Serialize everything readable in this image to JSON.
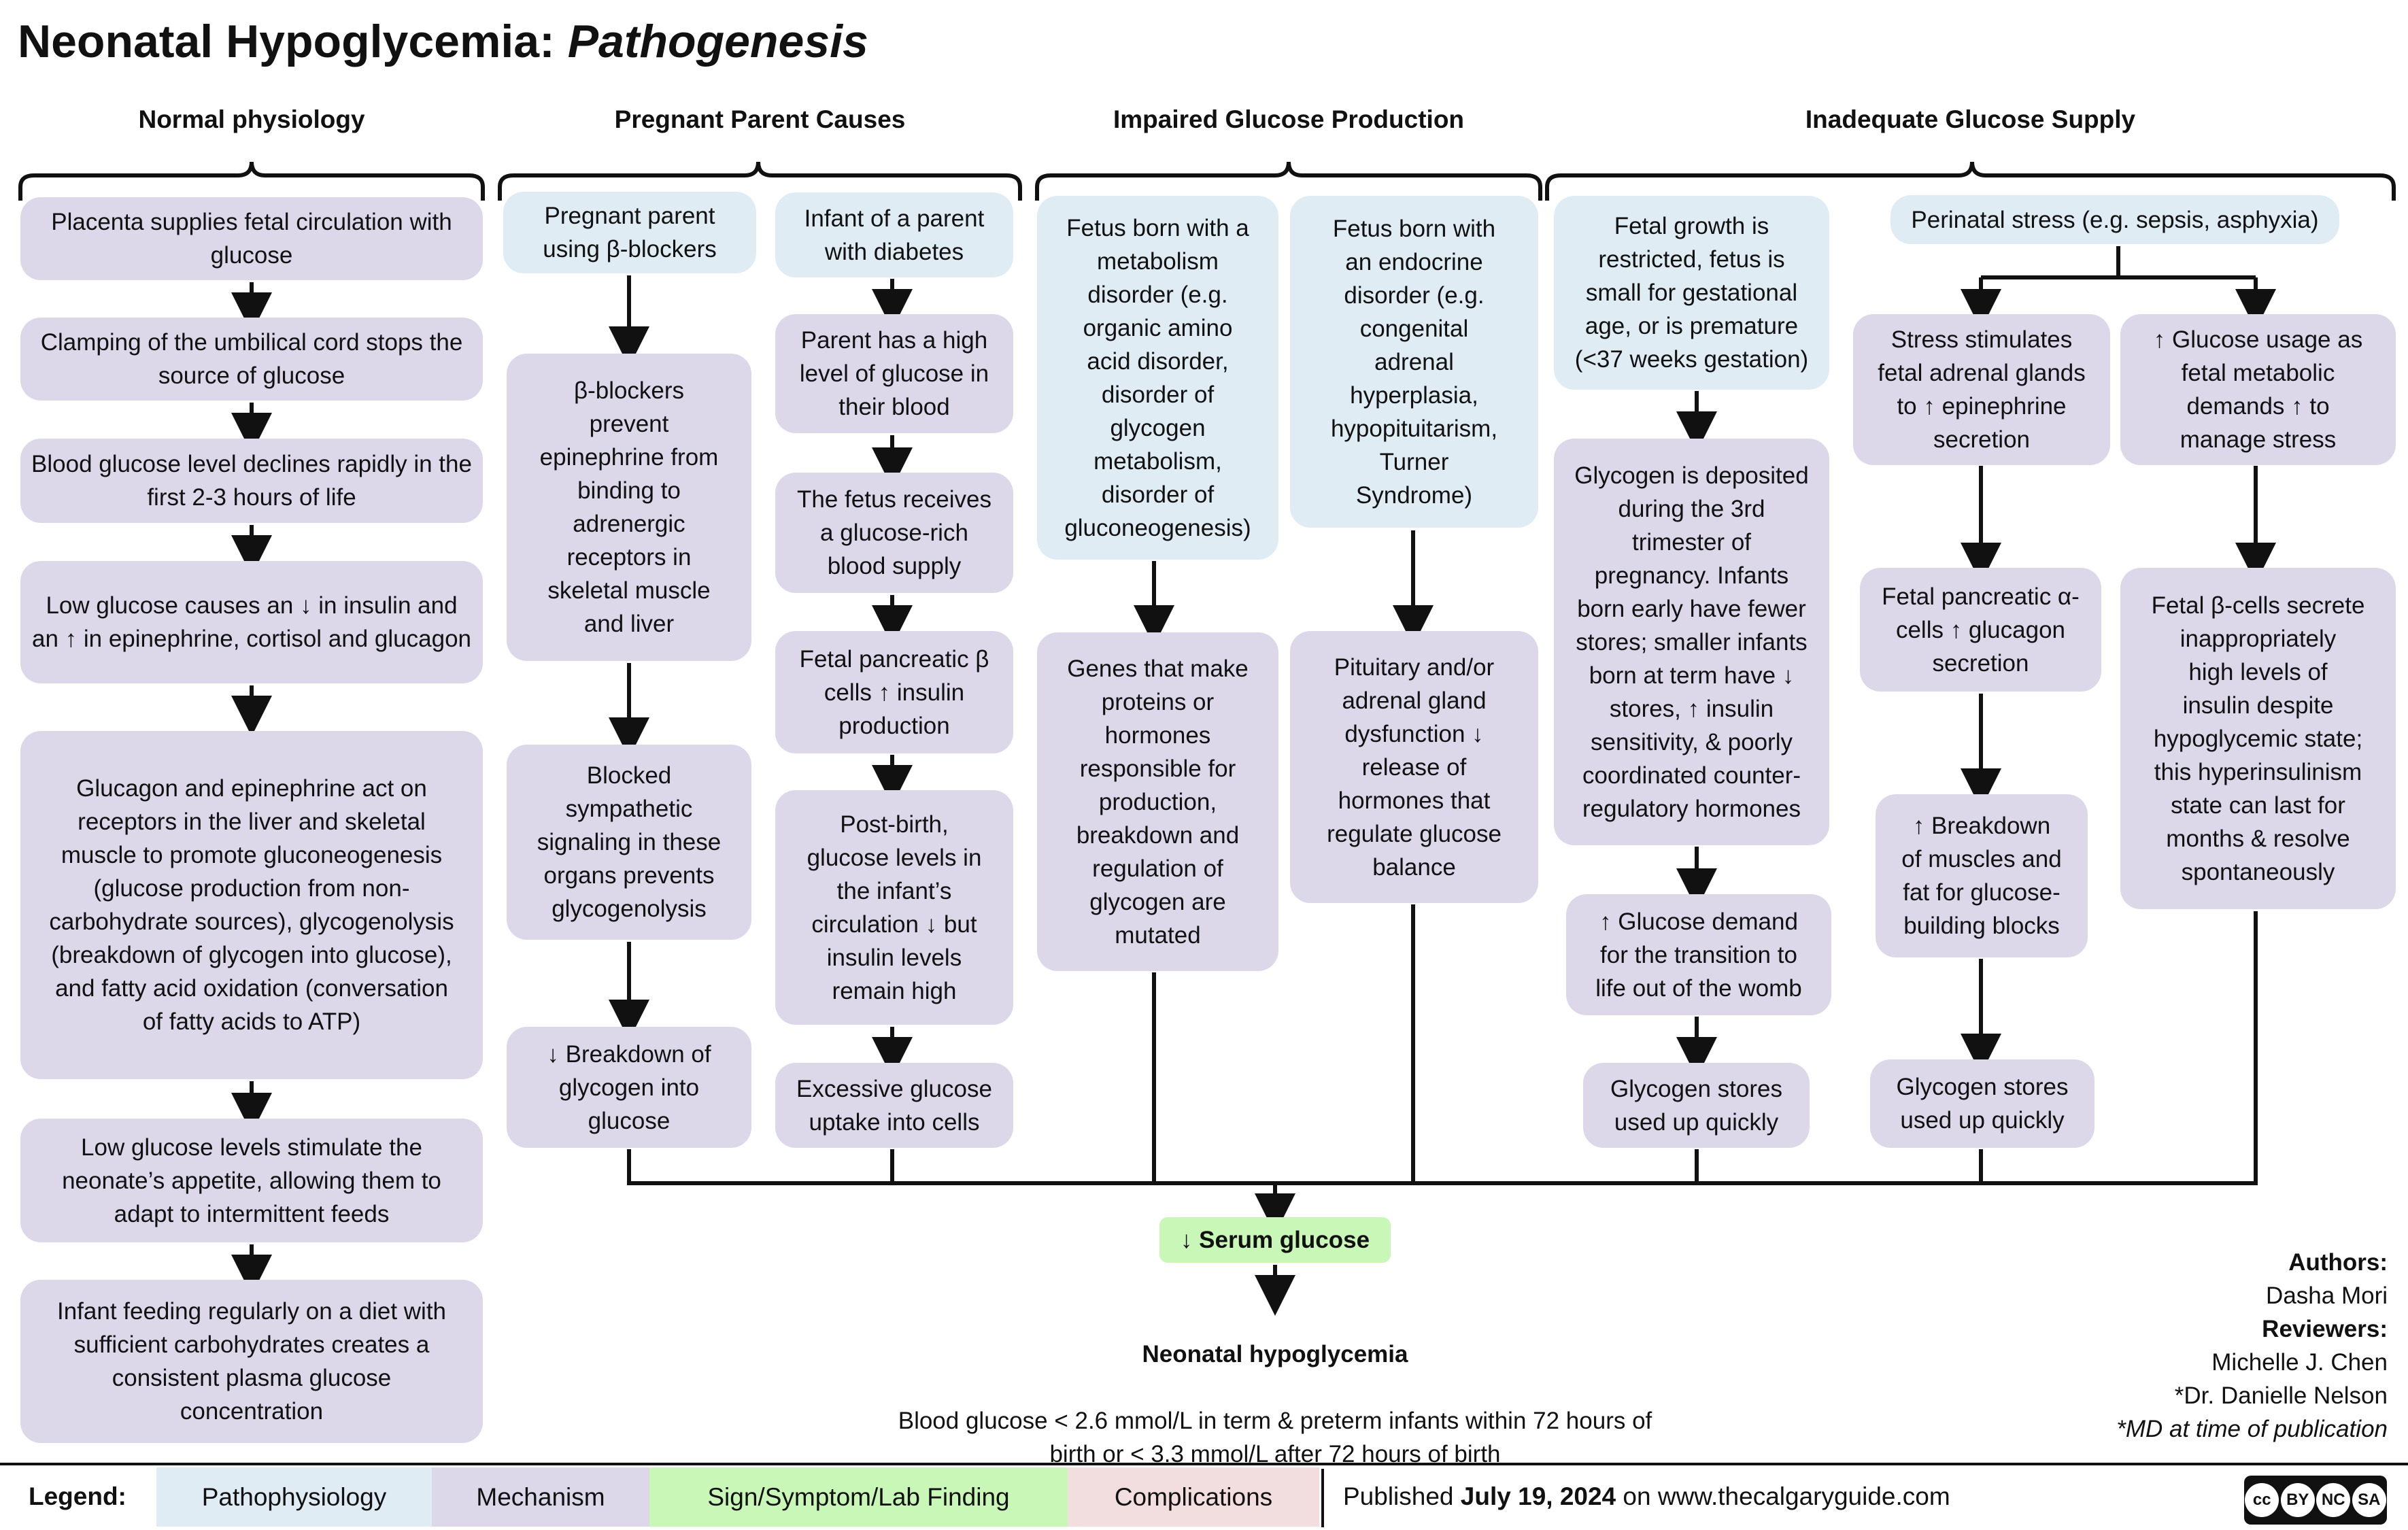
{
  "title": {
    "main": "Neonatal Hypoglycemia:",
    "sub": "Pathogenesis"
  },
  "columns": {
    "normal": "Normal physiology",
    "parent": "Pregnant Parent Causes",
    "impaired": "Impaired Glucose Production",
    "inadequate": "Inadequate Glucose Supply"
  },
  "normal": [
    "Placenta supplies fetal circulation with glucose",
    "Clamping of the umbilical cord stops the source of glucose",
    "Blood glucose level declines rapidly in the first 2-3 hours of life",
    "Low glucose causes an ↓ in insulin and an ↑ in epinephrine, cortisol and glucagon",
    "Glucagon and epinephrine act on receptors in the liver and skeletal muscle to promote gluconeogenesis (glucose production from non-carbohydrate sources), glycogenolysis (breakdown of glycogen into glucose), and fatty acid oxidation (conversation of fatty acids to ATP)",
    "Low glucose levels stimulate the neonate’s appetite, allowing them to adapt to intermittent feeds",
    "Infant feeding regularly on a diet with sufficient carbohydrates creates a consistent plasma glucose concentration"
  ],
  "betablock": [
    "Pregnant parent\nusing β-blockers",
    "β-blockers\nprevent\nepinephrine from\nbinding to\nadrenergic\nreceptors in\nskeletal muscle\nand liver",
    "Blocked\nsympathetic\nsignaling in these\norgans prevents\nglycogenolysis",
    "↓ Breakdown of\nglycogen into\nglucose"
  ],
  "diabetes": [
    "Infant of a parent\nwith diabetes",
    "Parent has a high\nlevel of glucose in\ntheir blood",
    "The fetus receives\na glucose-rich\nblood supply",
    "Fetal pancreatic β\ncells ↑ insulin\nproduction",
    "Post-birth,\nglucose levels in\nthe infant’s\ncirculation ↓ but\ninsulin levels\nremain high",
    "Excessive glucose\nuptake into cells"
  ],
  "metabolism": [
    "Fetus born with a\nmetabolism\ndisorder (e.g.\norganic amino\nacid disorder,\ndisorder of\nglycogen\nmetabolism,\ndisorder of\ngluconeogenesis)",
    "Genes that make\nproteins or\nhormones\nresponsible for\nproduction,\nbreakdown and\nregulation of\nglycogen are\nmutated"
  ],
  "endocrine": [
    "Fetus born with\nan endocrine\ndisorder (e.g.\ncongenital\nadrenal\nhyperplasia,\nhypopituitarism,\nTurner\nSyndrome)",
    "Pituitary and/or\nadrenal gland\ndysfunction ↓\nrelease of\nhormones that\nregulate glucose\nbalance"
  ],
  "growth": [
    "Fetal growth is\nrestricted, fetus is\nsmall for gestational\nage, or is premature\n(<37 weeks gestation)",
    "Glycogen is deposited\nduring the 3rd\ntrimester of\npregnancy. Infants\nborn early have fewer\nstores; smaller infants\nborn at term have ↓\nstores, ↑ insulin\nsensitivity, & poorly\ncoordinated counter-\nregulatory hormones",
    "↑ Glucose demand\nfor the transition to\nlife out of the womb",
    "Glycogen stores\nused up quickly"
  ],
  "stress": {
    "top": "Perinatal stress (e.g. sepsis, asphyxia)",
    "left": [
      "Stress stimulates\nfetal adrenal glands\nto ↑ epinephrine\nsecretion",
      "Fetal pancreatic α-\ncells ↑ glucagon\nsecretion",
      "↑ Breakdown\nof muscles and\nfat for glucose-\nbuilding blocks",
      "Glycogen stores\nused up quickly"
    ],
    "right": [
      "↑  Glucose usage as\nfetal metabolic\ndemands ↑ to\nmanage stress",
      "Fetal β-cells secrete\ninappropriately\nhigh levels of\ninsulin despite\nhypoglycemic state;\nthis hyperinsulinism\nstate can last for\nmonths & resolve\nspontaneously"
    ]
  },
  "serum": "↓ Serum glucose",
  "outcome": {
    "title": "Neonatal hypoglycemia",
    "text": "Blood glucose < 2.6 mmol/L in term & preterm infants within 72 hours of\nbirth or < 3.3 mmol/L after 72 hours of birth"
  },
  "credits": {
    "authors_label": "Authors:",
    "authors": "Dasha Mori",
    "reviewers_label": "Reviewers:",
    "reviewer1": "Michelle J. Chen",
    "reviewer2": "*Dr. Danielle Nelson",
    "note": "*MD at time of publication"
  },
  "legend": {
    "label": "Legend:",
    "items": [
      "Pathophysiology",
      "Mechanism",
      "Sign/Symptom/Lab Finding",
      "Complications"
    ],
    "colors": [
      "#dfecf3",
      "#dcd8e9",
      "#c9f7b7",
      "#f2dede"
    ]
  },
  "published": {
    "prefix": "Published ",
    "date": "July 19, 2024",
    "suffix": " on www.thecalgaryguide.com"
  },
  "license": {
    "badge": "cc",
    "by": "BY",
    "nc": "NC",
    "sa": "SA"
  }
}
